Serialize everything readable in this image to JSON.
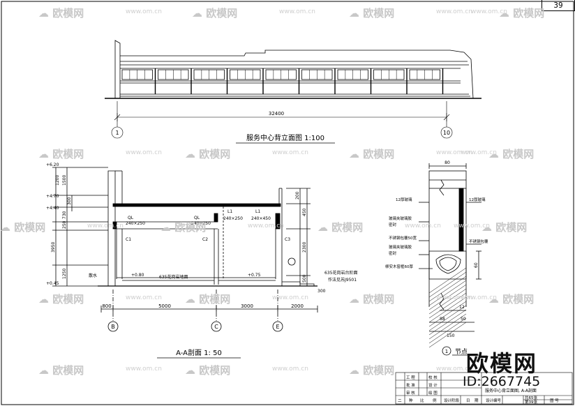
{
  "page_number": "39",
  "watermark": {
    "brand_cn": "欧模网",
    "url": "www.om.cn"
  },
  "brand_logo": {
    "name": "欧模网",
    "id": "ID:2667745"
  },
  "elevation": {
    "title": "服务中心背立面图   1:100",
    "dimension": "32400",
    "axis_start": "1",
    "axis_end": "10"
  },
  "section": {
    "title": "A-A剖面   1:  50",
    "axes": [
      "B",
      "C",
      "E"
    ],
    "spans": [
      "800",
      "5000",
      "3000",
      "2000"
    ],
    "elevations": [
      "+6.20",
      "+4.70",
      "+4.40",
      "+0.45"
    ],
    "left_dims": [
      "1500",
      "300",
      "1200",
      "730",
      "250",
      "3950",
      "1250"
    ],
    "right_dims": [
      "200",
      "450",
      "2300",
      "500"
    ],
    "beams": [
      "QL",
      "240×250",
      "QL",
      "240×250",
      "L1",
      "240×250",
      "L1",
      "240×450"
    ],
    "columns": [
      "C1",
      "C2",
      "C3"
    ],
    "levels": [
      "+0.80",
      "+0.75"
    ],
    "floor_note": "635花岗岩地面",
    "step_note": "635花岗岩台阶面",
    "step_note2": "作法见苏J9501",
    "drain": "散水",
    "small_dim": "300",
    "circle_mark": "①"
  },
  "detail": {
    "title": "节点",
    "circle_no": "1",
    "labels": [
      "12厚玻璃",
      "12厚玻璃",
      "玻璃夹玻璃胶",
      "密封",
      "不锈钢包覆50宽",
      "玻璃夹玻璃胶",
      "密封",
      "不锈钢包覆",
      "柳安木窗框60厚"
    ],
    "dims_top": "80",
    "dims_right": "60",
    "dims_bottom": [
      "12",
      "88",
      "50",
      "150"
    ]
  },
  "titleblock": {
    "rows": [
      [
        "工 程",
        "",
        "校 核",
        ""
      ],
      [
        "批 准",
        "",
        "设 计",
        "服务中心背立面图, A-A剖面"
      ],
      [
        "审 核",
        "",
        "绘 图",
        ""
      ]
    ],
    "bottom": [
      "二",
      "种",
      "比",
      "例",
      "设计阶段",
      "日",
      "期",
      "设计编号"
    ],
    "sheets": "共65张",
    "sheet_no": "第39张",
    "drawing_type": "图  号"
  }
}
